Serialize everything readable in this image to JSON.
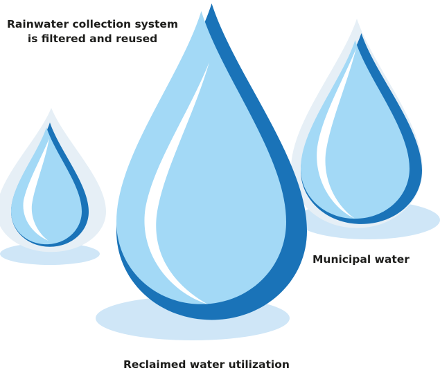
{
  "labels": {
    "rainwater_line1": "Rainwater collection system",
    "rainwater_line2": "is filtered and reused",
    "municipal": "Municipal water",
    "reclaimed": "Reclaimed water utilization"
  },
  "colors": {
    "drop_dark": "#1a73b8",
    "drop_light": "#a3d9f6",
    "highlight": "#ffffff",
    "outline_glow": "#e3eef6",
    "shadow": "#cfe6f7",
    "text": "#1d1d1b"
  }
}
